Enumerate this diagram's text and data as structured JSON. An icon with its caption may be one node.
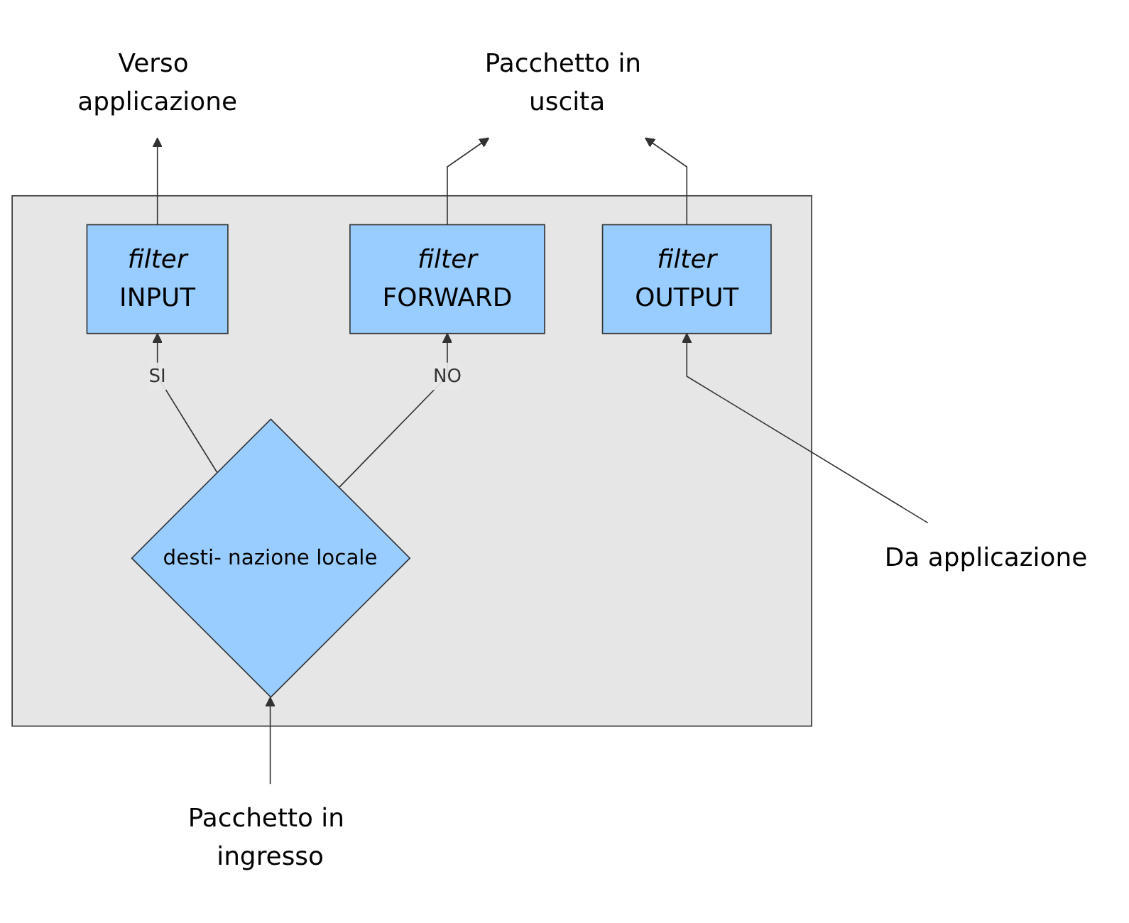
{
  "diagram": {
    "nodes": [
      {
        "text": [
          "Verso applicazione"
        ]
      },
      {
        "text": [
          "Da applicazione"
        ]
      },
      {
        "text": [],
        "shape": "box"
      },
      {
        "text": [
          "filter",
          "INPUT"
        ],
        "in": 2
      },
      {
        "text": [
          "filter",
          "OUTPUT"
        ],
        "in": 2
      },
      {
        "text": [
          "desti- nazione locale"
        ],
        "in": 2
      },
      {
        "text": [
          "filter",
          "FORWARD"
        ],
        "in": 2
      },
      {
        "text": [
          "Pacchetto in ingresso"
        ]
      },
      {
        "text": [
          "Pacchetto in uscita"
        ]
      }
    ],
    "edges": [
      {
        "from": 7,
        "to": 5,
        "arrow": "to"
      },
      {
        "from": 5,
        "to": 3,
        "label": "SI",
        "arrow": "to"
      },
      {
        "from": 3,
        "to": 0,
        "arrow": "to"
      },
      {
        "from": 5,
        "to": 6,
        "label": "NO",
        "arrow": "to"
      },
      {
        "from": 6,
        "to": 8,
        "arrow": "to"
      },
      {
        "from": 1,
        "to": 4,
        "arrow": "to"
      },
      {
        "from": 4,
        "to": 8,
        "arrow": "to"
      }
    ]
  }
}
